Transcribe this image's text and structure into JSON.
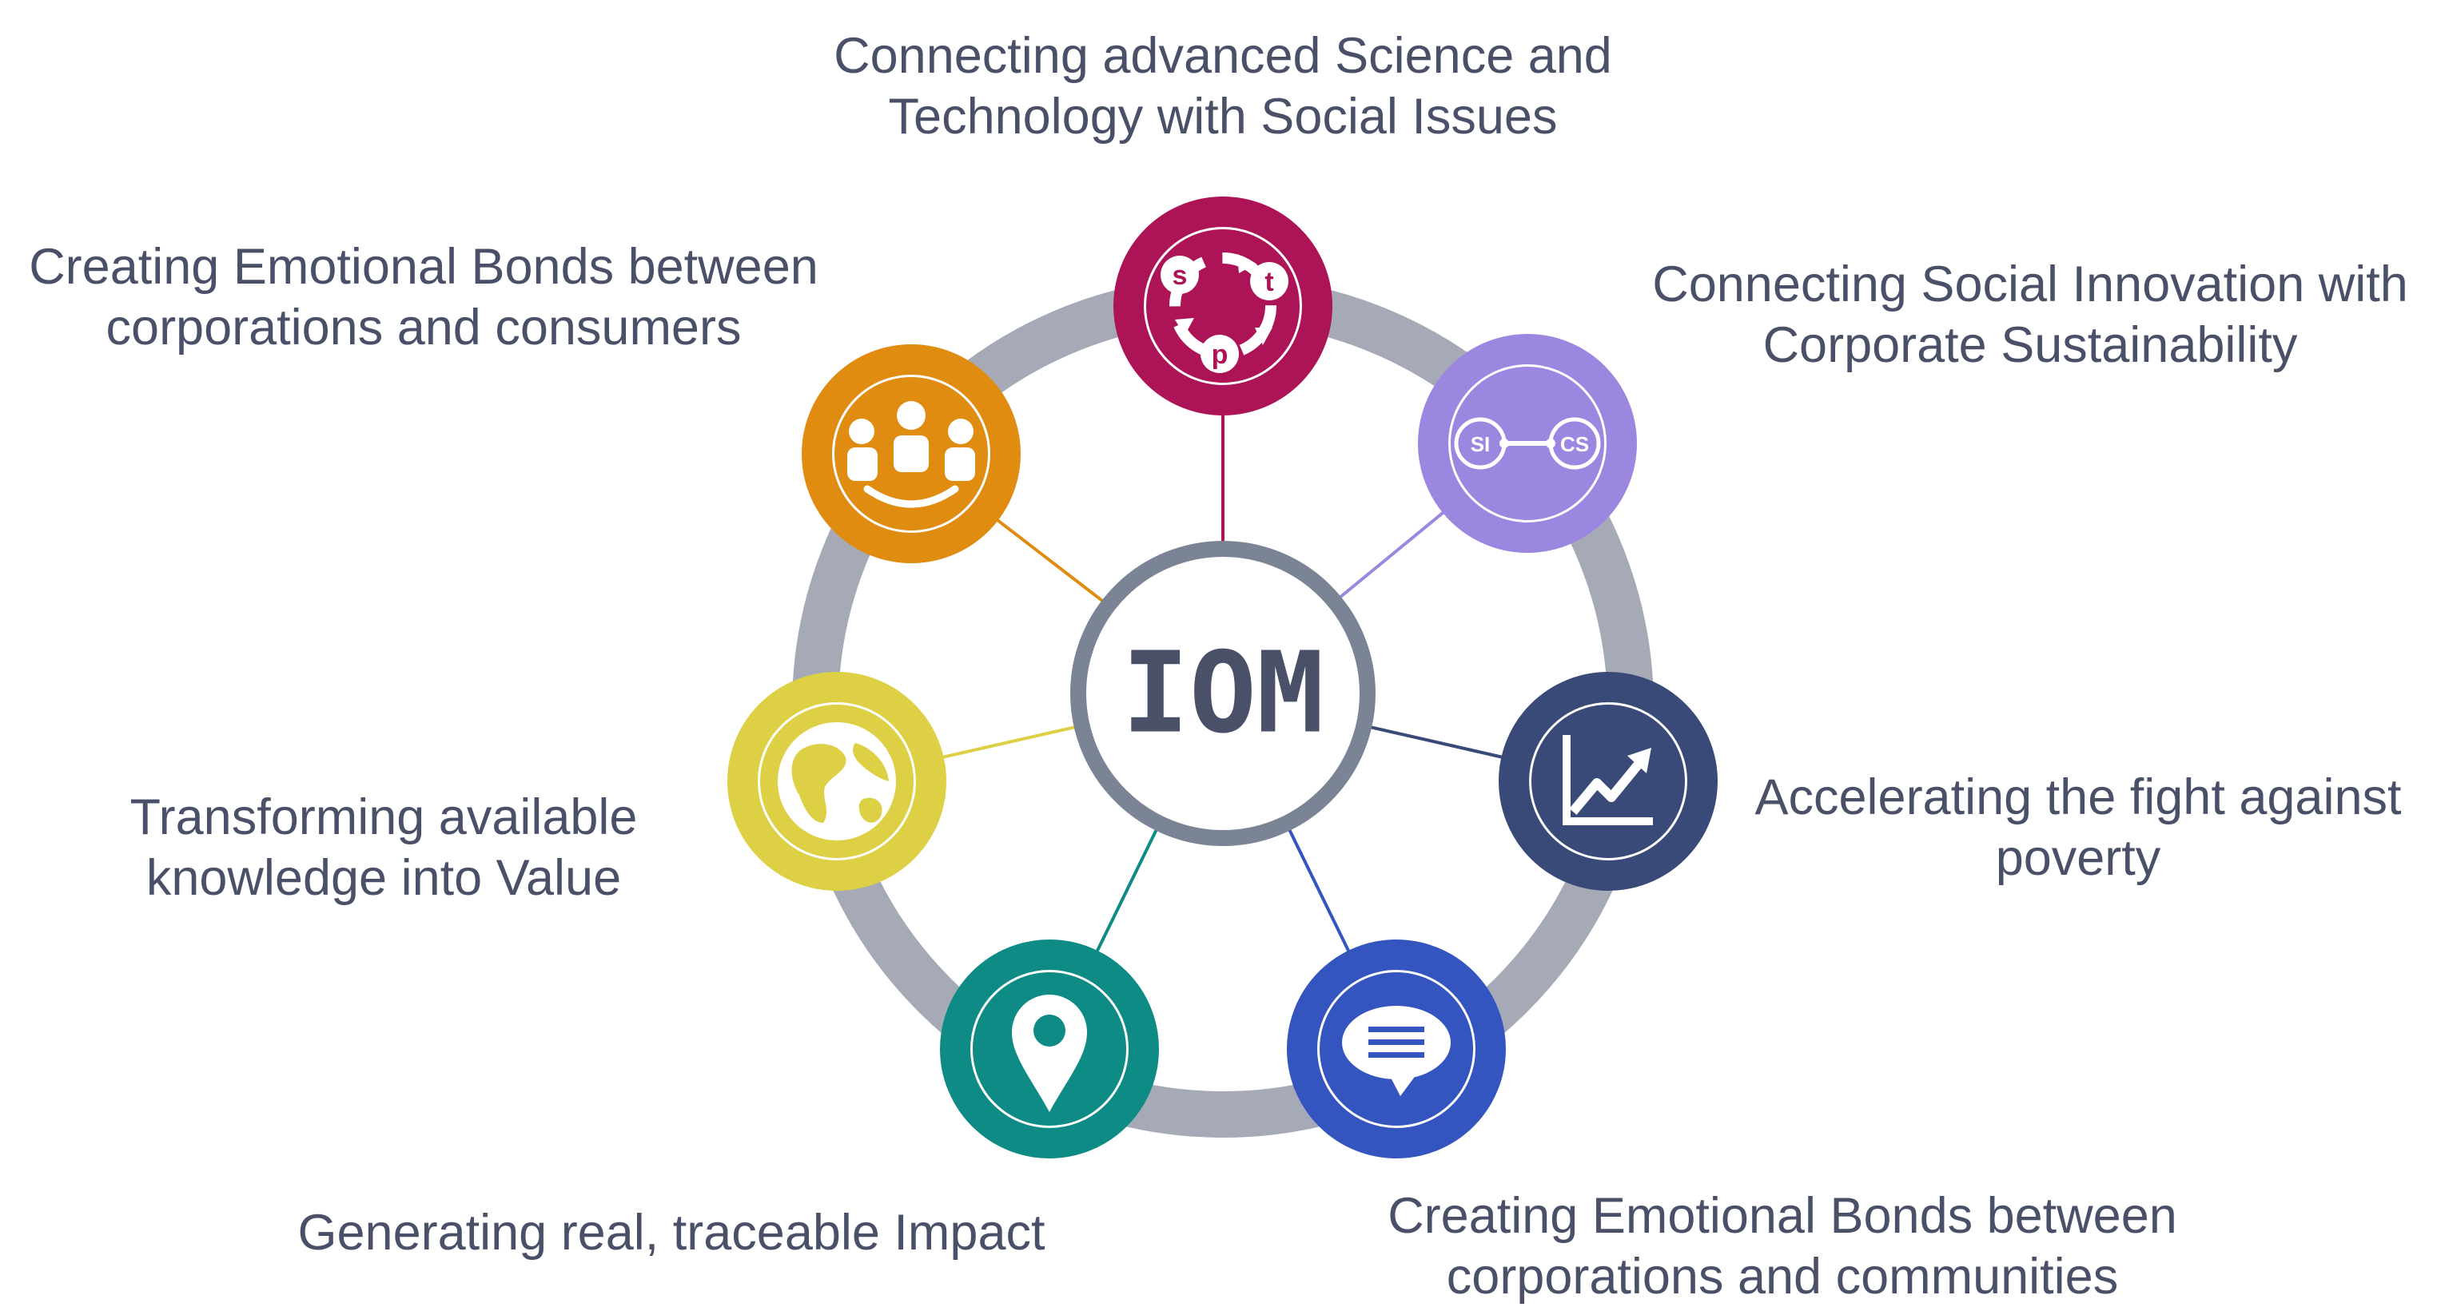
{
  "center": {
    "label": "IOM"
  },
  "nodes": [
    {
      "id": "science-technology",
      "lines": [
        "Connecting advanced Science and",
        "Technology with Social Issues"
      ],
      "color": "#ad1457",
      "icon": "stp-cycle-icon",
      "icon_letters": [
        "s",
        "t",
        "p"
      ]
    },
    {
      "id": "social-innovation",
      "lines": [
        "Connecting Social Innovation with",
        "Corporate Sustainability"
      ],
      "color": "#9b87e0",
      "icon": "si-cs-link-icon",
      "icon_letters": [
        "SI",
        "CS"
      ]
    },
    {
      "id": "poverty",
      "lines": [
        "Accelerating the fight against",
        "poverty"
      ],
      "color": "#3a4a78",
      "icon": "growth-chart-icon"
    },
    {
      "id": "communities",
      "lines": [
        "Creating Emotional Bonds between",
        "corporations and communities"
      ],
      "color": "#3454c0",
      "icon": "speech-bubble-icon"
    },
    {
      "id": "impact",
      "lines": [
        "Generating real, traceable Impact"
      ],
      "color": "#0f8b86",
      "icon": "location-pin-icon"
    },
    {
      "id": "knowledge",
      "lines": [
        "Transforming available",
        "knowledge into Value"
      ],
      "color": "#ddd044",
      "icon": "globe-icon"
    },
    {
      "id": "consumers",
      "lines": [
        "Creating Emotional Bonds between",
        "corporations and consumers"
      ],
      "color": "#e08c10",
      "icon": "people-group-icon"
    }
  ],
  "ring_color": "#a6aab6",
  "center_ring_color": "#7b8494",
  "text_color": "#4a5068"
}
